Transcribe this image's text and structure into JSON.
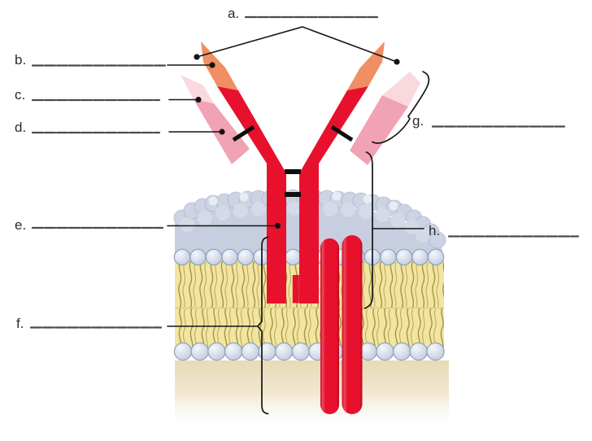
{
  "diagram": {
    "labels": [
      {
        "id": "a",
        "text": "a.",
        "answer": ""
      },
      {
        "id": "b",
        "text": "b.",
        "answer": ""
      },
      {
        "id": "c",
        "text": "c.",
        "answer": ""
      },
      {
        "id": "d",
        "text": "d.",
        "answer": ""
      },
      {
        "id": "e",
        "text": "e.",
        "answer": ""
      },
      {
        "id": "f",
        "text": "f.",
        "answer": ""
      },
      {
        "id": "g",
        "text": "g.",
        "answer": ""
      },
      {
        "id": "h",
        "text": "h.",
        "answer": ""
      }
    ],
    "colors": {
      "antibody_red": "#e8112d",
      "tip_orange": "#ef8f63",
      "light_chain_pink": "#f1a2b5",
      "light_chain_tip_pink": "#fad9de",
      "membrane_tail_yellow": "#f2e5a0",
      "lipid_head_blue": "#dde3ee",
      "glycocalyx_lavender": "#ccd3e3",
      "cytoplasm_tan": "#e8dab6",
      "annotation_line": "#1a1a1a",
      "blank_line_gray": "#4a4a4a"
    }
  }
}
